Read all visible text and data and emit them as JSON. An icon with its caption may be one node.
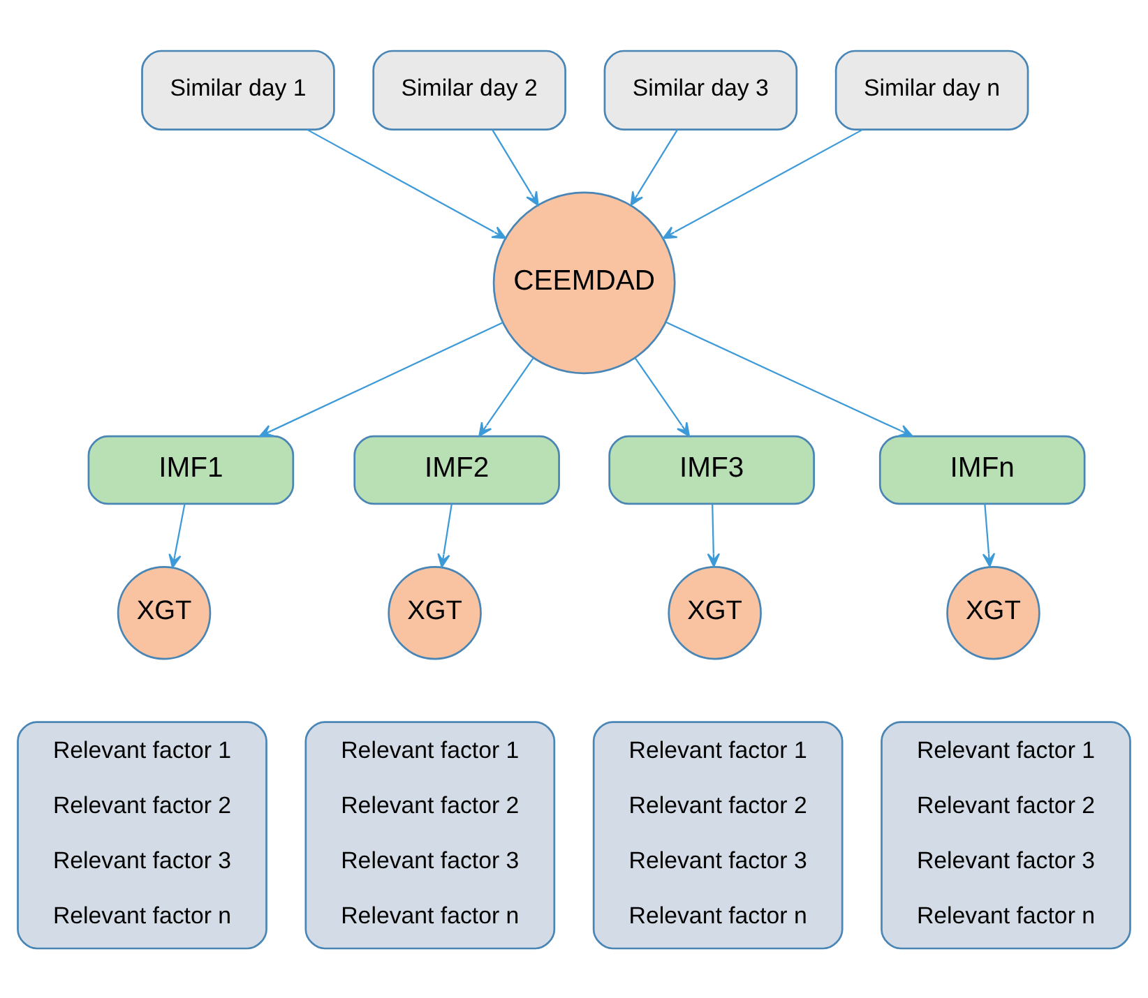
{
  "diagram": {
    "nodes": [
      {
        "text": [
          "Similar day 1"
        ]
      },
      {
        "text": [
          "Similar day 2"
        ]
      },
      {
        "text": [
          "Similar day 3"
        ]
      },
      {
        "text": [
          "Similar day n"
        ]
      },
      {
        "text": [
          "CEEMDAD"
        ]
      },
      {
        "text": [
          "IMF1"
        ]
      },
      {
        "text": [
          "IMF2"
        ]
      },
      {
        "text": [
          "IMF3"
        ]
      },
      {
        "text": [
          "IMFn"
        ]
      },
      {
        "text": [
          "XGT"
        ]
      },
      {
        "text": [
          "XGT"
        ]
      },
      {
        "text": [
          "XGT"
        ]
      },
      {
        "text": [
          "XGT"
        ]
      },
      {
        "text": [
          "Relevant factor 1",
          "Relevant factor 2",
          "Relevant factor 3",
          "Relevant factor n"
        ]
      },
      {
        "text": [
          "Relevant factor 1",
          "Relevant factor 2",
          "Relevant factor 3",
          "Relevant factor n"
        ]
      },
      {
        "text": [
          "Relevant factor 1",
          "Relevant factor 2",
          "Relevant factor 3",
          "Relevant factor n"
        ]
      },
      {
        "text": [
          "Relevant factor 1",
          "Relevant factor 2",
          "Relevant factor 3",
          "Relevant factor n"
        ]
      }
    ],
    "edges": [
      {
        "from": 0,
        "to": 4,
        "arrow": "to"
      },
      {
        "from": 1,
        "to": 4,
        "arrow": "to"
      },
      {
        "from": 2,
        "to": 4,
        "arrow": "to"
      },
      {
        "from": 3,
        "to": 4,
        "arrow": "to"
      },
      {
        "from": 4,
        "to": 5,
        "arrow": "to"
      },
      {
        "from": 4,
        "to": 6,
        "arrow": "to"
      },
      {
        "from": 4,
        "to": 7,
        "arrow": "to"
      },
      {
        "from": 4,
        "to": 8,
        "arrow": "to"
      },
      {
        "from": 5,
        "to": 9,
        "arrow": "to"
      },
      {
        "from": 6,
        "to": 10,
        "arrow": "to"
      },
      {
        "from": 7,
        "to": 11,
        "arrow": "to"
      },
      {
        "from": 8,
        "to": 12,
        "arrow": "to"
      }
    ]
  }
}
